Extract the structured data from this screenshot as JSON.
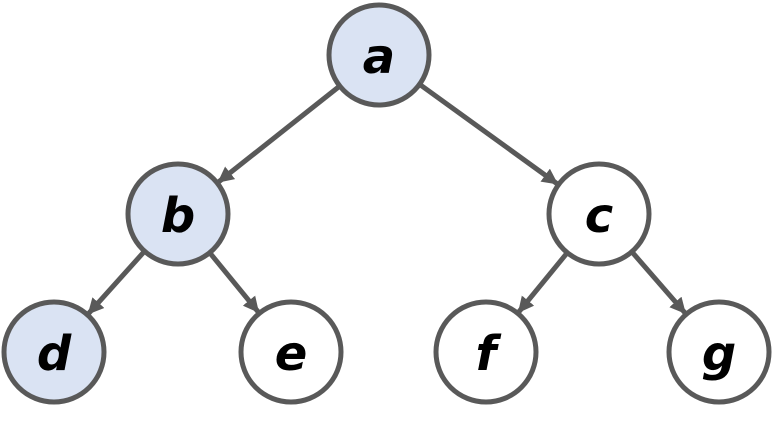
{
  "diagram": {
    "type": "binary-tree",
    "colors": {
      "highlight_fill": "#dae3f3",
      "default_fill": "#ffffff",
      "stroke": "#595959",
      "label": "#000000"
    },
    "nodes": [
      {
        "id": "a",
        "label": "a",
        "highlighted": true
      },
      {
        "id": "b",
        "label": "b",
        "highlighted": true
      },
      {
        "id": "c",
        "label": "c",
        "highlighted": false
      },
      {
        "id": "d",
        "label": "d",
        "highlighted": true
      },
      {
        "id": "e",
        "label": "e",
        "highlighted": false
      },
      {
        "id": "f",
        "label": "f",
        "highlighted": false
      },
      {
        "id": "g",
        "label": "g",
        "highlighted": false
      }
    ],
    "edges": [
      {
        "from": "a",
        "to": "b"
      },
      {
        "from": "a",
        "to": "c"
      },
      {
        "from": "b",
        "to": "d"
      },
      {
        "from": "b",
        "to": "e"
      },
      {
        "from": "c",
        "to": "f"
      },
      {
        "from": "c",
        "to": "g"
      }
    ]
  }
}
